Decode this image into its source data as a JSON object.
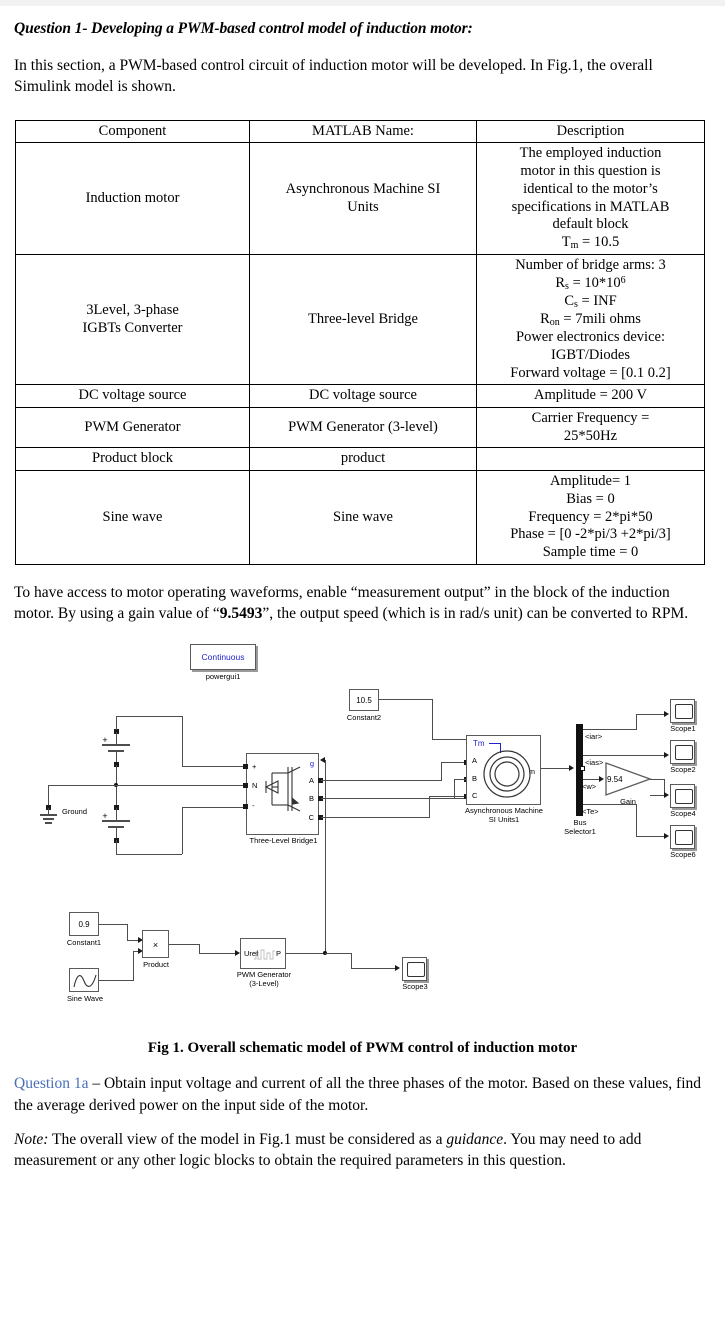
{
  "document": {
    "heading": "Question 1- Developing a PWM-based control model of induction motor:",
    "intro_paragraph": "In this section, a PWM-based control circuit of induction motor will be developed. In Fig.1, the overall Simulink model is shown.",
    "post_table_paragraph_part1": "To have access to motor operating waveforms, enable “measurement output” in the block of the induction motor. By using a gain value of “",
    "post_table_gain_value": "9.5493",
    "post_table_paragraph_part2": "”, the output speed (which is in rad/s unit) can be converted to RPM.",
    "figure_caption": "Fig 1. Overall schematic model of PWM control of induction motor",
    "question_1a_label": "Question 1a",
    "question_1a_text": " – Obtain input voltage and current of all the three phases of the motor. Based on these values, find the average derived power on the input side of the motor.",
    "note_label": "Note:",
    "note_text_1": " The overall view of the model in Fig.1 must be considered as a ",
    "note_emphasis": "guidance",
    "note_text_2": ". You may need to add measurement or any other logic blocks to obtain the required parameters in this question.",
    "accent_color": "#4a6fb5"
  },
  "table": {
    "headers": [
      "Component",
      "MATLAB Name:",
      "Description"
    ],
    "rows": [
      {
        "component": "Induction motor",
        "matlab_name_lines": [
          "Asynchronous Machine SI",
          "Units"
        ],
        "description_lines": [
          "The employed induction",
          "motor in this question is",
          "identical to the motor’s",
          "specifications in MATLAB",
          "default block"
        ],
        "description_formula": "Tm = 10.5"
      },
      {
        "component_lines": [
          "3Level, 3-phase",
          "IGBTs Converter"
        ],
        "matlab_name_lines": [
          "Three-level Bridge"
        ],
        "description_lines": [
          "Number of bridge arms: 3",
          "Rs = 10*10^6",
          "Cs = INF",
          "Ron = 7mili ohms",
          "Power electronics device:",
          "IGBT/Diodes",
          "Forward voltage = [0.1 0.2]"
        ]
      },
      {
        "component_lines": [
          "DC voltage source"
        ],
        "matlab_name_lines": [
          "DC voltage source"
        ],
        "description_lines": [
          "Amplitude = 200 V"
        ]
      },
      {
        "component_lines": [
          "PWM Generator"
        ],
        "matlab_name_lines": [
          "PWM Generator (3-level)"
        ],
        "description_lines": [
          "Carrier Frequency =",
          "25*50Hz"
        ]
      },
      {
        "component_lines": [
          "Product block"
        ],
        "matlab_name_lines": [
          "product"
        ],
        "description_lines": [
          ""
        ]
      },
      {
        "component_lines": [
          "Sine wave"
        ],
        "matlab_name_lines": [
          "Sine wave"
        ],
        "description_lines": [
          "Amplitude= 1",
          "Bias = 0",
          "Frequency = 2*pi*50",
          "Phase = [0  -2*pi/3  +2*pi/3]",
          "Sample time = 0"
        ]
      }
    ]
  },
  "diagram": {
    "powergui": {
      "text": "Continuous",
      "label": "powergui1"
    },
    "constant2": {
      "value": "10.5",
      "label": "Constant2"
    },
    "constant1": {
      "value": "0.9",
      "label": "Constant1"
    },
    "sine_wave": {
      "label": "Sine Wave"
    },
    "product": {
      "symbol": "×",
      "label": "Product"
    },
    "pwm_generator": {
      "input_port": "Uref",
      "output_port": "P",
      "label_line1": "PWM Generator",
      "label_line2": "(3-Level)"
    },
    "three_level_bridge": {
      "label": "Three-Level Bridge1",
      "inputs": [
        "+",
        "N",
        "-"
      ],
      "outputs": [
        "g",
        "A",
        "B",
        "C"
      ]
    },
    "ground": {
      "label": "Ground"
    },
    "dc_source_top": {
      "sign": "+"
    },
    "dc_source_bottom": {
      "sign": "+"
    },
    "machine": {
      "tm_port": "Tm",
      "inputs": [
        "A",
        "B",
        "C"
      ],
      "output": "m",
      "label_line1": "Asynchronous Machine",
      "label_line2": "SI Units1"
    },
    "bus_selector": {
      "label_line1": "Bus",
      "label_line2": "Selector1",
      "signals": [
        "<iar>",
        "<ias>",
        "<w>",
        "<Te>"
      ]
    },
    "gain": {
      "value": "9.54",
      "label": "Gain"
    },
    "scopes": [
      "Scope1",
      "Scope2",
      "Scope4",
      "Scope6",
      "Scope3"
    ]
  }
}
